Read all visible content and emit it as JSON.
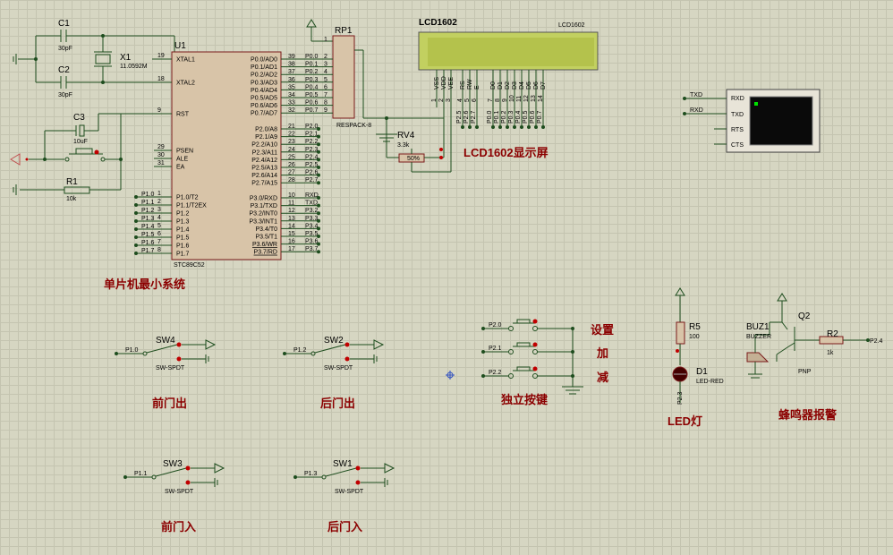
{
  "u1": {
    "ref": "U1",
    "part": "STC89C52",
    "left_pins": [
      {
        "num": "19",
        "name": "XTAL1"
      },
      {
        "num": "18",
        "name": "XTAL2"
      },
      {
        "num": "9",
        "name": "RST"
      },
      {
        "num": "29",
        "name": "PSEN"
      },
      {
        "num": "30",
        "name": "ALE"
      },
      {
        "num": "31",
        "name": "EA"
      },
      {
        "num": "1",
        "name": "P1.0/T2"
      },
      {
        "num": "2",
        "name": "P1.1/T2EX"
      },
      {
        "num": "3",
        "name": "P1.2"
      },
      {
        "num": "4",
        "name": "P1.3"
      },
      {
        "num": "5",
        "name": "P1.4"
      },
      {
        "num": "6",
        "name": "P1.5"
      },
      {
        "num": "7",
        "name": "P1.6"
      },
      {
        "num": "8",
        "name": "P1.7"
      }
    ],
    "right_pins": [
      {
        "num": "39",
        "name": "P0.0/AD0"
      },
      {
        "num": "38",
        "name": "P0.1/AD1"
      },
      {
        "num": "37",
        "name": "P0.2/AD2"
      },
      {
        "num": "36",
        "name": "P0.3/AD3"
      },
      {
        "num": "35",
        "name": "P0.4/AD4"
      },
      {
        "num": "34",
        "name": "P0.5/AD5"
      },
      {
        "num": "33",
        "name": "P0.6/AD6"
      },
      {
        "num": "32",
        "name": "P0.7/AD7"
      },
      {
        "num": "21",
        "name": "P2.0/A8"
      },
      {
        "num": "22",
        "name": "P2.1/A9"
      },
      {
        "num": "23",
        "name": "P2.2/A10"
      },
      {
        "num": "24",
        "name": "P2.3/A11"
      },
      {
        "num": "25",
        "name": "P2.4/A12"
      },
      {
        "num": "26",
        "name": "P2.5/A13"
      },
      {
        "num": "27",
        "name": "P2.6/A14"
      },
      {
        "num": "28",
        "name": "P2.7/A15"
      },
      {
        "num": "10",
        "name": "P3.0/RXD"
      },
      {
        "num": "11",
        "name": "P3.1/TXD"
      },
      {
        "num": "12",
        "name": "P3.2/INT0"
      },
      {
        "num": "13",
        "name": "P3.3/INT1"
      },
      {
        "num": "14",
        "name": "P3.4/T0"
      },
      {
        "num": "15",
        "name": "P3.5/T1"
      },
      {
        "num": "16",
        "name": "P3.6/WR"
      },
      {
        "num": "17",
        "name": "P3.7/RD"
      }
    ],
    "right_labels": [
      "P0.0",
      "P0.1",
      "P0.2",
      "P0.3",
      "P0.4",
      "P0.5",
      "P0.6",
      "P0.7",
      "P2.0",
      "P2.1",
      "P2.2",
      "P2.3",
      "P2.4",
      "P2.5",
      "P2.6",
      "P2.7",
      "RXD",
      "TXD",
      "P3.2",
      "P3.3",
      "P3.4",
      "P3.5",
      "P3.6",
      "P3.7"
    ],
    "left_labels": [
      "P1.0",
      "P1.1",
      "P1.2",
      "P1.3",
      "P1.4",
      "P1.5",
      "P1.6",
      "P1.7"
    ]
  },
  "crystal": {
    "c1_ref": "C1",
    "c1_val": "30pF",
    "c2_ref": "C2",
    "c2_val": "30pF",
    "x1_ref": "X1",
    "x1_val": "11.0592M"
  },
  "reset": {
    "c3_ref": "C3",
    "c3_val": "10uF",
    "r1_ref": "R1",
    "r1_val": "10k"
  },
  "rp1": {
    "ref": "RP1",
    "part": "RESPACK-8",
    "pins": [
      "1",
      "2",
      "3",
      "4",
      "5",
      "6",
      "7",
      "8",
      "9"
    ]
  },
  "lcd": {
    "ref": "LCD1602",
    "part": "LCD1602",
    "pins": [
      "VSS",
      "VDD",
      "VEE",
      "RS",
      "RW",
      "E",
      "D0",
      "D1",
      "D2",
      "D3",
      "D4",
      "D5",
      "D6",
      "D7"
    ],
    "pin_nums": [
      "1",
      "2",
      "3",
      "4",
      "5",
      "6",
      "7",
      "8",
      "9",
      "10",
      "11",
      "12",
      "13",
      "14"
    ],
    "nets": [
      "P2.5",
      "P2.6",
      "P2.7",
      "P0.0",
      "P0.1",
      "P0.2",
      "P0.3",
      "P0.4",
      "P0.5",
      "P0.6",
      "P0.7"
    ]
  },
  "rv4": {
    "ref": "RV4",
    "val": "3.3k",
    "pct": "50%"
  },
  "terminal": {
    "txd": "TXD",
    "rxd": "RXD",
    "pins": [
      "RXD",
      "TXD",
      "RTS",
      "CTS"
    ]
  },
  "led": {
    "r5_ref": "R5",
    "r5_val": "100",
    "d1_ref": "D1",
    "d1_part": "LED-RED",
    "net": "P2.3"
  },
  "buzzer": {
    "buz_ref": "BUZ1",
    "buz_part": "BUZZER",
    "q_ref": "Q2",
    "q_part": "PNP",
    "r2_ref": "R2",
    "r2_val": "1k",
    "net": "P2.4"
  },
  "keys": {
    "nets": [
      "P2.0",
      "P2.1",
      "P2.2"
    ],
    "labels": [
      "设置",
      "加",
      "减"
    ]
  },
  "switches": [
    {
      "ref": "SW4",
      "part": "SW-SPDT",
      "net": "P1.0"
    },
    {
      "ref": "SW2",
      "part": "SW-SPDT",
      "net": "P1.2"
    },
    {
      "ref": "SW3",
      "part": "SW-SPDT",
      "net": "P1.1"
    },
    {
      "ref": "SW1",
      "part": "SW-SPDT",
      "net": "P1.3"
    }
  ],
  "captions": {
    "mcu": "单片机最小系统",
    "lcd": "LCD1602显示屏",
    "keys": "独立按键",
    "led": "LED灯",
    "buzzer": "蜂鸣器报警",
    "sw4": "前门出",
    "sw2": "后门出",
    "sw3": "前门入",
    "sw1": "后门入"
  }
}
